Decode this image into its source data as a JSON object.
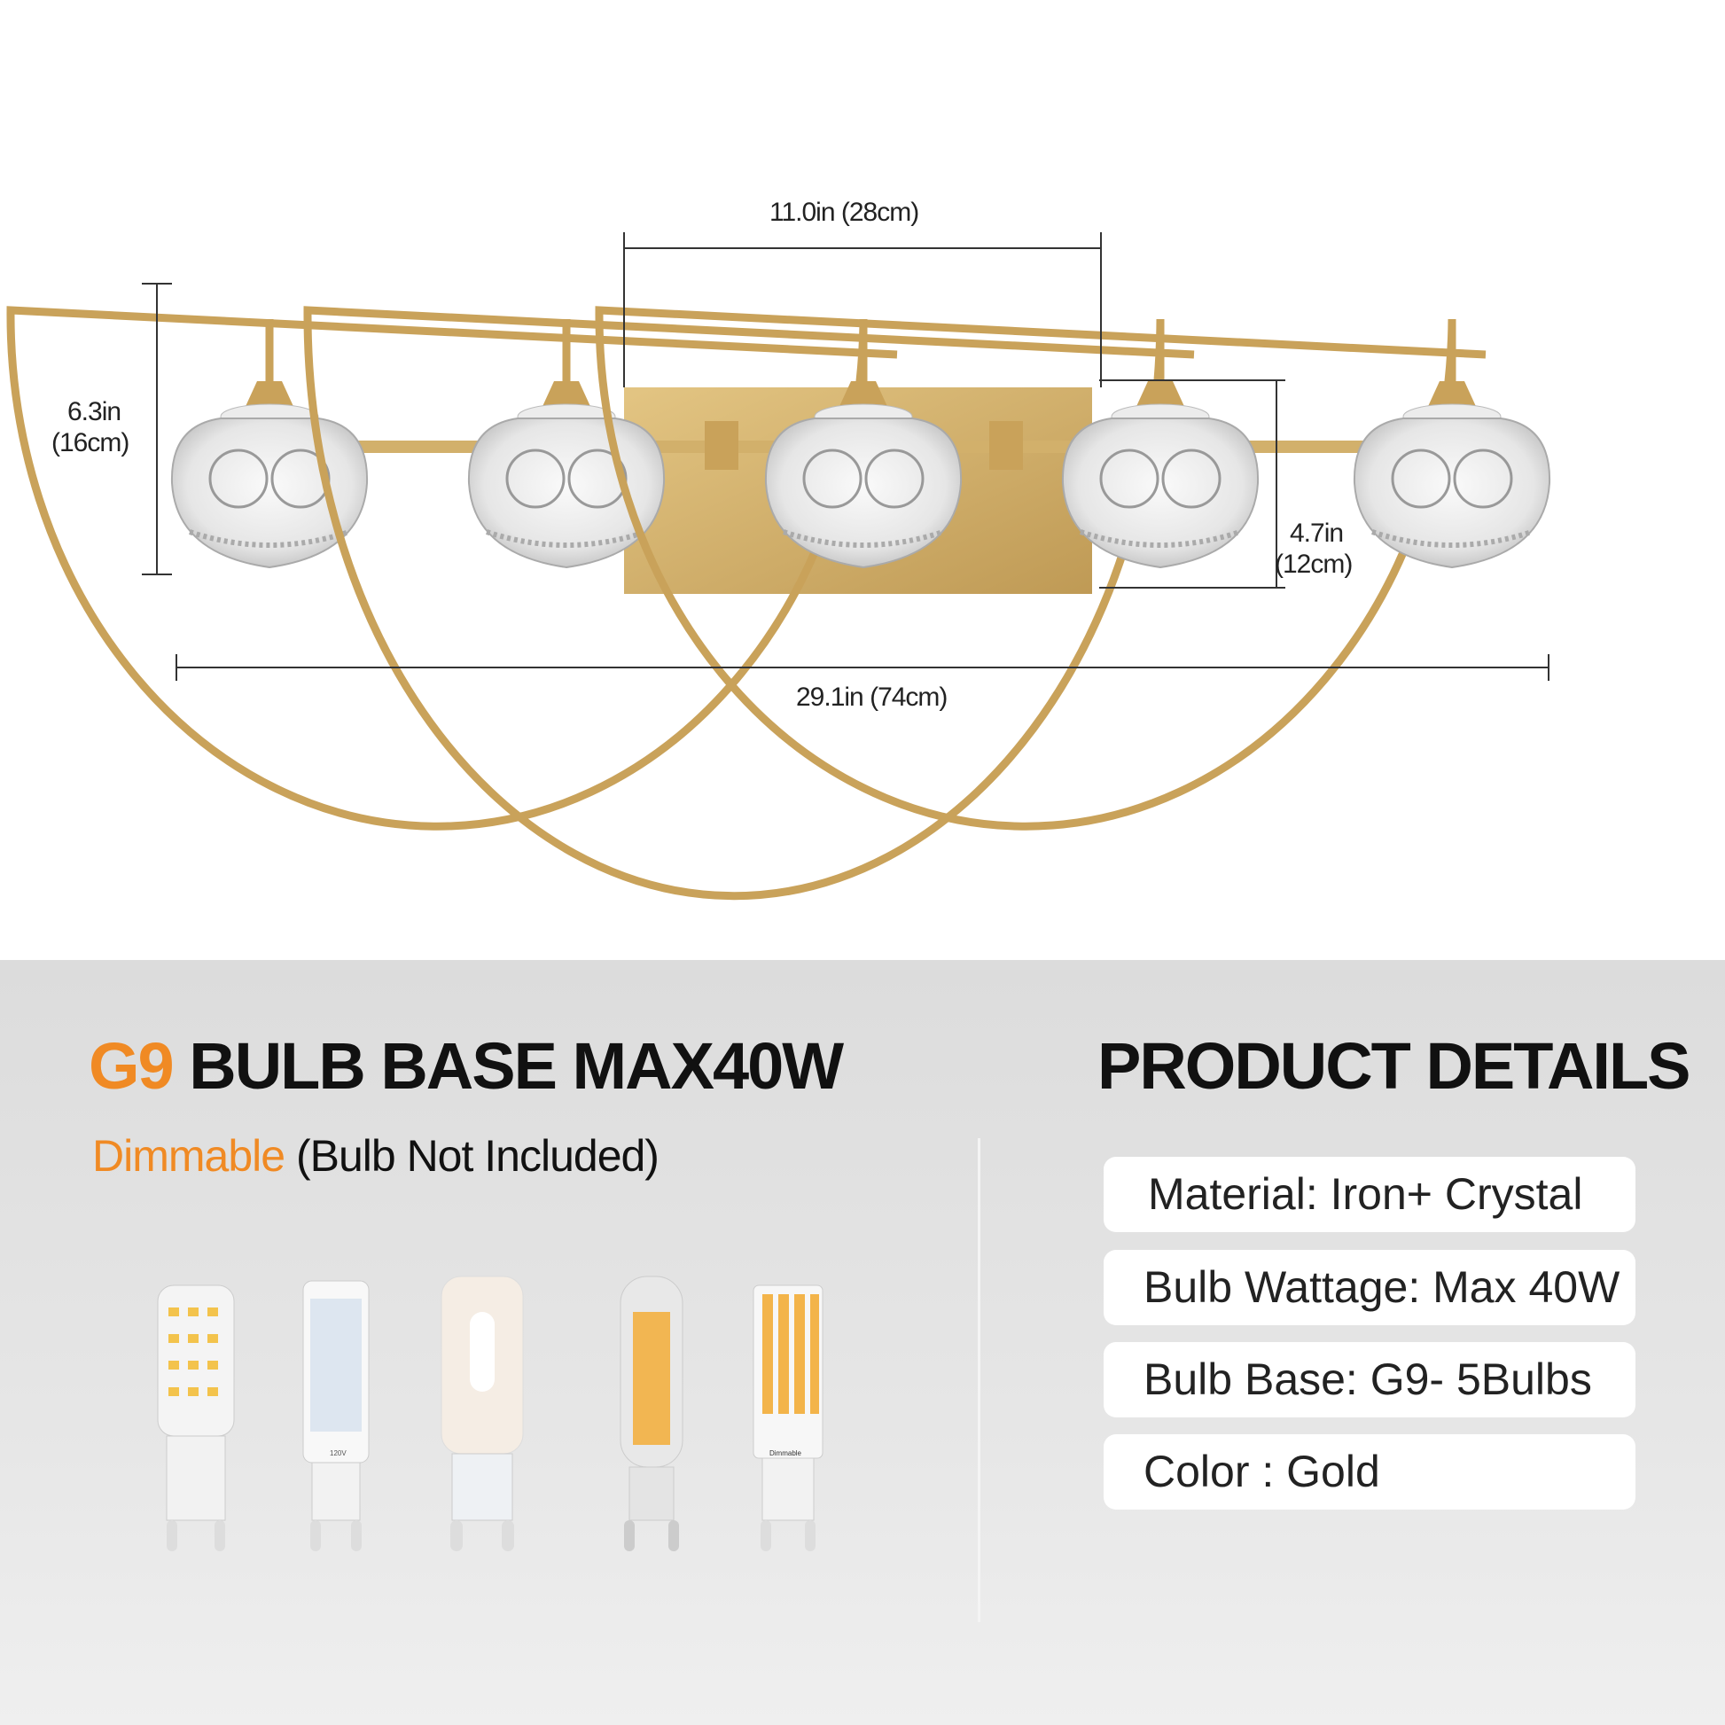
{
  "dimensions": {
    "segment": "11.0in  (28cm)",
    "height_in": "6.3in",
    "height_cm": "(16cm)",
    "shade_in": "4.7in",
    "shade_cm": "(12cm)",
    "length": "29.1in  (74cm)"
  },
  "bulb_section": {
    "title_accent": "G9",
    "title_rest": " BULB BASE MAX40W",
    "subtitle_accent": "Dimmable",
    "subtitle_rest": " (Bulb Not Included)",
    "accent_color": "#f08a24",
    "bulb_labels": [
      "120V",
      "Dimmable"
    ]
  },
  "details": {
    "title": "PRODUCT DETAILS",
    "items": [
      "Material: Iron+ Crystal",
      "Bulb Wattage: Max 40W",
      "Bulb Base: G9- 5Bulbs",
      "Color : Gold"
    ]
  },
  "colors": {
    "gold": "#c9a25a"
  }
}
